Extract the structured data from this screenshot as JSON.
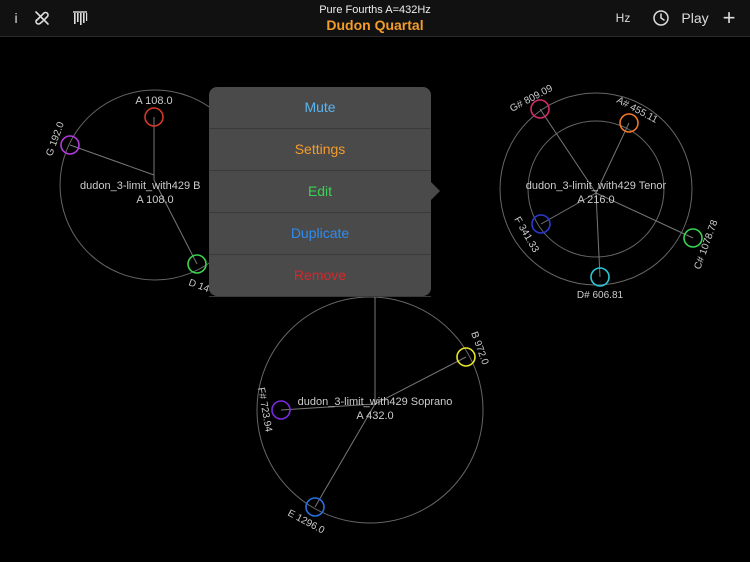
{
  "topbar": {
    "subtitle": "Pure Fourths A=432Hz",
    "title": "Dudon Quartal",
    "info_label": "i",
    "hz_label": "Hz",
    "play_label": "Play",
    "add_label": "+",
    "title_color": "#f39c2b"
  },
  "voices": {
    "bass": {
      "name": "dudon_3-limit_with429 B",
      "pitch": "A 108.0",
      "notes": [
        "A 108.0",
        "G 192.0",
        "D 14"
      ]
    },
    "tenor": {
      "name": "dudon_3-limit_with429 Tenor",
      "pitch": "A 216.0",
      "notes": [
        "G# 809.09",
        "A# 455.11",
        "F 341.33",
        "C# 1078.78",
        "D# 606.81"
      ]
    },
    "soprano": {
      "name": "dudon_3-limit_with429 Soprano",
      "pitch": "A 432.0",
      "notes": [
        "B 972.0",
        "F# 723.94",
        "E 1296.0"
      ]
    }
  },
  "menu": {
    "mute": "Mute",
    "settings": "Settings",
    "edit": "Edit",
    "duplicate": "Duplicate",
    "remove": "Remove"
  },
  "colors": {
    "mute": "#5ab4f0",
    "settings": "#f39c2b",
    "edit": "#39d353",
    "duplicate": "#2f8cf0",
    "remove": "#d8272a"
  }
}
